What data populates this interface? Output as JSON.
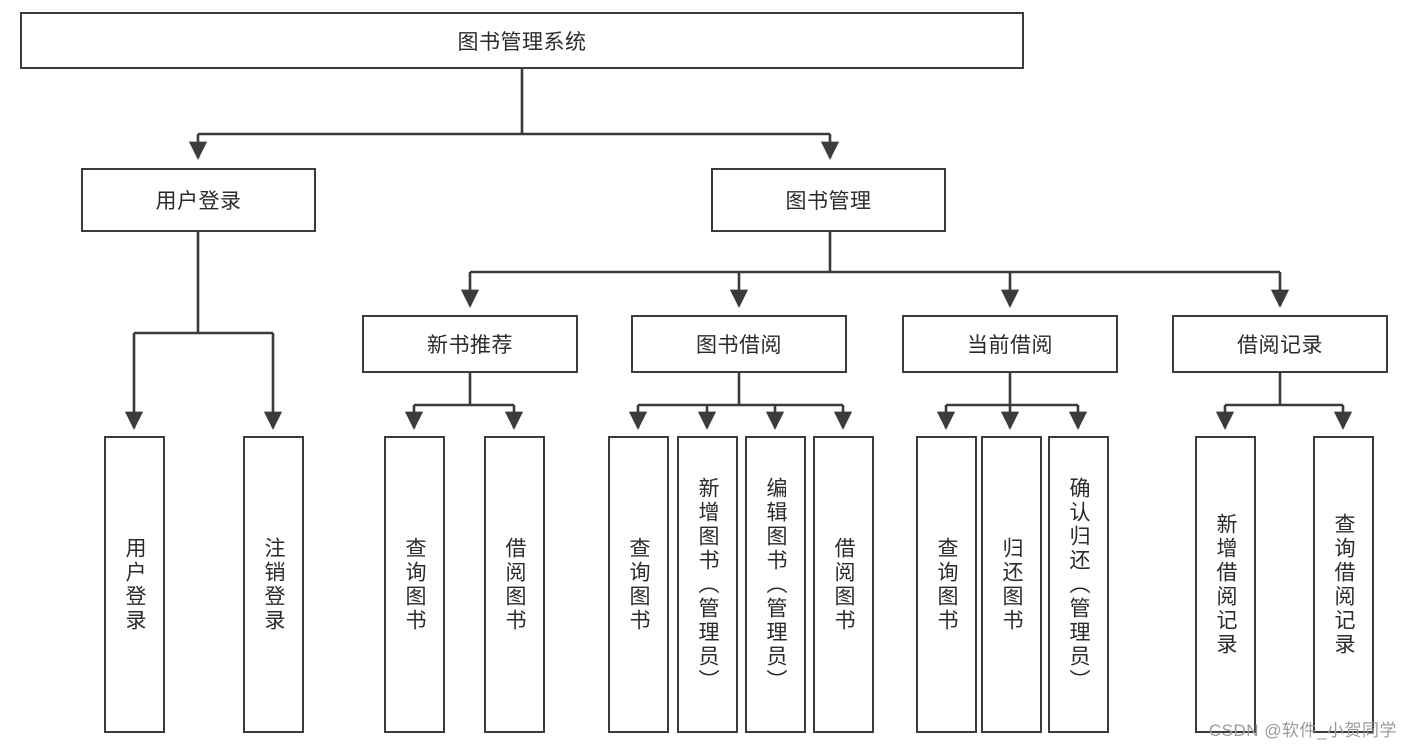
{
  "diagram": {
    "title": "图书管理系统",
    "watermark": "CSDN @软件_小贺同学",
    "colors": {
      "box_border": "#3b3b3b",
      "connector": "#3b3b3b",
      "background": "#ffffff",
      "text": "#2b2b2b",
      "watermark": "#9a9a9a"
    },
    "levels": {
      "root": {
        "label": "图书管理系统"
      },
      "level2": [
        {
          "label": "用户登录"
        },
        {
          "label": "图书管理"
        }
      ],
      "level3": [
        {
          "label": "新书推荐"
        },
        {
          "label": "图书借阅"
        },
        {
          "label": "当前借阅"
        },
        {
          "label": "借阅记录"
        }
      ],
      "leaves": {
        "user_login": [
          {
            "label": "用户登录"
          },
          {
            "label": "注销登录"
          }
        ],
        "new_book_recommend": [
          {
            "label": "查询图书"
          },
          {
            "label": "借阅图书"
          }
        ],
        "book_borrow": [
          {
            "label": "查询图书"
          },
          {
            "label": "新增图书（管理员）"
          },
          {
            "label": "编辑图书（管理员）"
          },
          {
            "label": "借阅图书"
          }
        ],
        "current_borrow": [
          {
            "label": "查询图书"
          },
          {
            "label": "归还图书"
          },
          {
            "label": "确认归还（管理员）"
          }
        ],
        "borrow_records": [
          {
            "label": "新增借阅记录"
          },
          {
            "label": "查询借阅记录"
          }
        ]
      }
    }
  }
}
